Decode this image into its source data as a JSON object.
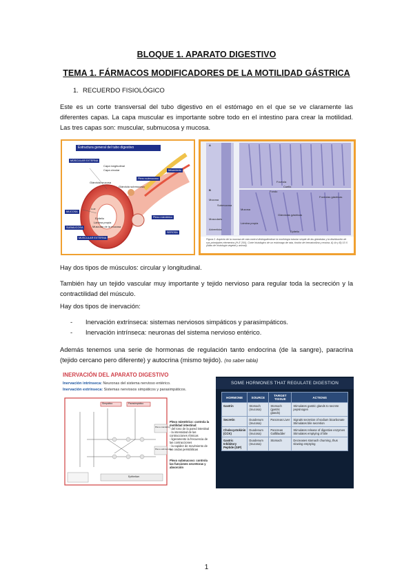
{
  "header": {
    "block_title": "BLOQUE 1. APARATO DIGESTIVO",
    "topic_title": "TEMA 1. FÁRMACOS MODIFICADORES DE LA MOTILIDAD GÁSTRICA"
  },
  "section": {
    "number": "1.",
    "label": "RECUERDO FISIOLÓGICO"
  },
  "paragraphs": {
    "p1": "Este es un corte transversal del tubo digestivo en el estómago en el que se ve claramente las diferentes capas. La capa muscular es importante sobre todo en el intestino para crear la motilidad. Las tres capas son: muscular, submucosa y mucosa.",
    "p2": "Hay dos tipos de músculos: circular y longitudinal.",
    "p3": "También hay un tejido vascular muy importante y tejido nervioso para regular toda la secreción y la contractilidad del músculo.",
    "p4": "Hay dos tipos de inervación:",
    "p5": "Además tenemos una serie de hormonas de regulación tanto endocrina (de la sangre), paracrina (tejido cercano pero diferente) y autocrina (mismo tejido).",
    "p5_note": "(no saber tabla)"
  },
  "bullets": [
    {
      "dash": "-",
      "text": "Inervación extrínseca: sistemas nerviosos simpáticos y parasimpáticos."
    },
    {
      "dash": "-",
      "text": "Inervación intrínseca: neuronas del sistema nervioso entérico."
    }
  ],
  "figure1": {
    "header": "Estructura general del tubo digestivo",
    "tags": [
      "MÚSCULAR EXTERNA",
      "Plexo submucoso",
      "Mesenterio",
      "MUCOSA",
      "SUBMUCOSA",
      "MUSCULAR EXTERNA",
      "SEROSA",
      "Plexo mientérico"
    ],
    "labels": [
      "Capa longitudinal",
      "Capa circular",
      "Glándula mucosa",
      "Glándula submucosa",
      "Luz",
      "Epitelio",
      "Lámina propia",
      "Muscular de la mucosa"
    ]
  },
  "figure2": {
    "panel_a": "A",
    "panel_b": "B",
    "labels": [
      "Foveola",
      "Cuello",
      "Fondo",
      "Mucosa",
      "Submucosa",
      "Muscularis",
      "Adventicia",
      "Foveolas gástricas",
      "Glándulas gástricas",
      "Lámina propia",
      "Mucosa",
      "Epitelio"
    ],
    "caption": "Figura 2. Aspecto de la mucosa de rata control distinguiéndose la morfología tubular simple de las glándulas y la distribución de sus principales elementos (H-E 20X). Corte histológico de un estómago de rata, tinción de hematoxilina y eosina. A) 4x y B) 10 X (Atlas de histología vegetal y animal)."
  },
  "figure3": {
    "title": "INERVACIÓN DEL APARATO DIGESTIVO",
    "line1_label": "Inervación intrínseca:",
    "line1_text": "Neuronas del sistema nervioso entérico.",
    "line2_label": "Inervación extrínseca:",
    "line2_text": "Sistemas nerviosos simpáticos y parasimpáticos.",
    "boxes": [
      "Simpático",
      "Parasimpático",
      "Plexo mientérico",
      "Plexo submucoso",
      "Epithelium"
    ],
    "side1": "Plexo mientérico: controla la motilidad intestinal:",
    "side1_items": [
      "- del tono de la pared intestinal",
      "- la intensidad de las contracciones rítmicas",
      "- ligeramente la frecuencia de las contracciones",
      "- la rapidez de movimiento de las ondas peristálticas"
    ],
    "side2": "Plexo submucoso: controla las funciones secretoras y absorción"
  },
  "figure4": {
    "title": "SOME HORMONES THAT REGULATE DIGESTION",
    "columns": [
      "HORMONE",
      "SOURCE",
      "TARGET TISSUE",
      "ACTIONS"
    ],
    "rows": [
      [
        "Gastrin",
        "Stomach (mucosa)",
        "Stomach (gastric glands)",
        "Stimulates gastric glands to secrete pepsinogen"
      ],
      [
        "Secretin",
        "Duodenum (mucosa)",
        "Pancreas Liver",
        "Signals secretion of sodium bicarbonate Stimulates bile secretion"
      ],
      [
        "Cholecystokinin (CCK)",
        "Duodenum (mucosa)",
        "Pancreas Gallbladder",
        "Stimulates release of digestive enzymes Stimulates emptying of bile"
      ],
      [
        "Gastric Inhibitory Peptide (GIP)",
        "Duodenum (mucosa)",
        "Stomach",
        "Decreases stomach churning, thus slowing emptying"
      ]
    ]
  },
  "page_number": "1"
}
